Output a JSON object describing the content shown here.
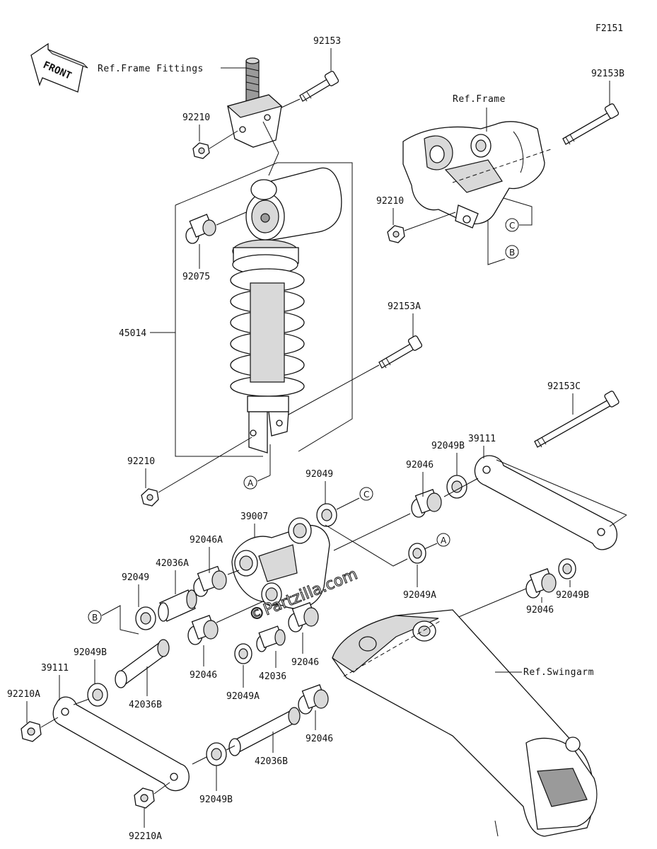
{
  "figure_code": "F2151",
  "front_arrow_label": "FRONT",
  "watermark": "©Partzilla.com",
  "refs": {
    "frame_fittings": "Ref.Frame Fittings",
    "frame": "Ref.Frame",
    "swingarm": "Ref.Swingarm"
  },
  "markers": {
    "a": "A",
    "b": "B",
    "c": "C"
  },
  "parts": {
    "p92153": "92153",
    "p92153b": "92153B",
    "p92210_top": "92210",
    "p92210_frame": "92210",
    "p92075": "92075",
    "p45014": "45014",
    "p92153a": "92153A",
    "p92210_shock": "92210",
    "p92153c": "92153C",
    "p39111_right": "39111",
    "p92049b_r1": "92049B",
    "p92046_r1": "92046",
    "p92049_top": "92049",
    "p39007": "39007",
    "p92046a": "92046A",
    "p42036a": "42036A",
    "p92049_left": "92049",
    "p92049a_right": "92049A",
    "p92049b_r2": "92049B",
    "p92046_r2": "92046",
    "p92046_c1": "92046",
    "p92046_c2": "92046",
    "p92049a_c": "92049A",
    "p42036": "42036",
    "p92049b_left": "92049B",
    "p39111_left": "39111",
    "p92210a_left": "92210A",
    "p42036b_left": "42036B",
    "p92046_low": "92046",
    "p42036b_low": "42036B",
    "p92049b_low": "92049B",
    "p92210a_low": "92210A"
  }
}
